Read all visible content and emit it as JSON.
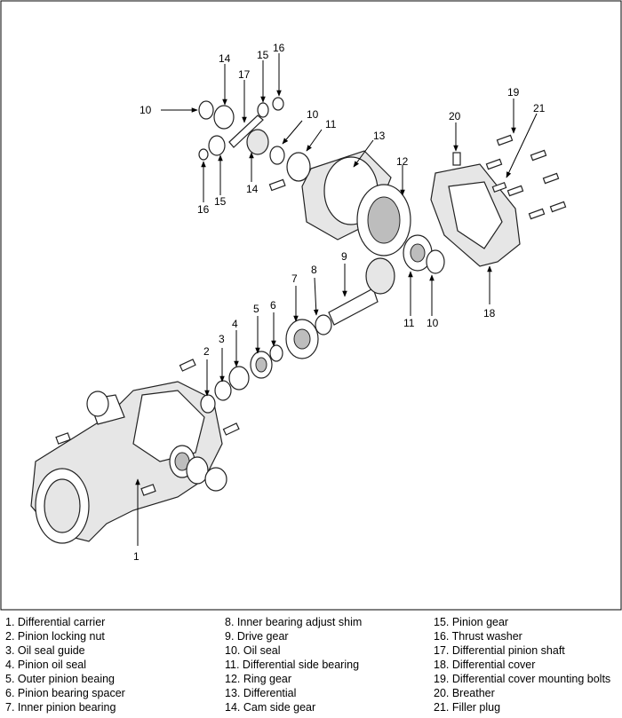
{
  "callouts": [
    "1",
    "2",
    "3",
    "4",
    "5",
    "6",
    "7",
    "8",
    "9",
    "10",
    "10",
    "11",
    "11",
    "12",
    "13",
    "14",
    "14",
    "15",
    "15",
    "16",
    "16",
    "17",
    "18",
    "19",
    "20",
    "21",
    "10"
  ],
  "legend": {
    "col1": [
      "1. Differential carrier",
      "2. Pinion locking nut",
      "3. Oil seal guide",
      "4. Pinion oil seal",
      "5. Outer pinion beaing",
      "6. Pinion bearing spacer",
      "7. Inner pinion bearing"
    ],
    "col2": [
      "8. Inner bearing adjust shim",
      "9. Drive gear",
      "10. Oil seal",
      "11. Differential side bearing",
      "12. Ring gear",
      "13. Differential",
      "14. Cam side gear"
    ],
    "col3": [
      "15. Pinion gear",
      "16. Thrust washer",
      "17. Differential pinion shaft",
      "18. Differential cover",
      "19. Differential cover mounting bolts",
      "20. Breather",
      "21. Filler plug"
    ]
  }
}
